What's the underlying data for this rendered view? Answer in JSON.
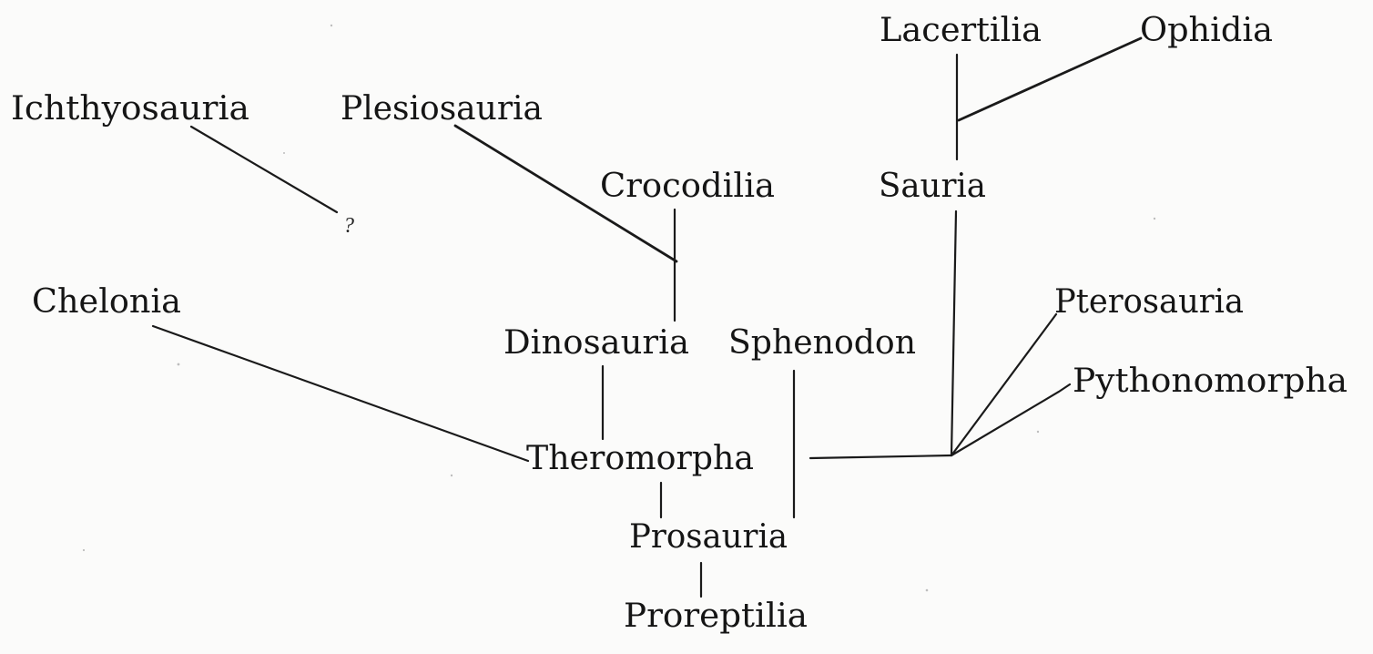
{
  "tree": {
    "taxa": {
      "lacertilia": "Lacertilia",
      "ophidia": "Ophidia",
      "ichthyosauria": "Ichthyosauria",
      "plesiosauria": "Plesiosauria",
      "crocodilia": "Crocodilia",
      "sauria": "Sauria",
      "uncertain": "?",
      "chelonia": "Chelonia",
      "pterosauria": "Pterosauria",
      "dinosauria": "Dinosauria",
      "sphenodon": "Sphenodon",
      "pythonomorpha": "Pythonomorpha",
      "theromorpha": "Theromorpha",
      "prosauria": "Prosauria",
      "proreptilia": "Proreptilia"
    }
  }
}
